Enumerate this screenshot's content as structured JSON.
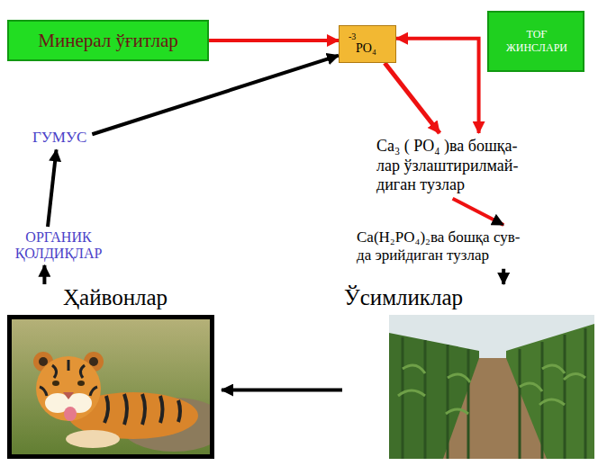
{
  "diagram": {
    "nodes": [
      {
        "text": [
          "Минерал ўғитлар"
        ]
      },
      {
        "text": [
          "-3",
          "PO₄"
        ]
      },
      {
        "text": [
          "ТОҒ ЖИНСЛАРИ"
        ]
      },
      {
        "text": [
          "Ca₃ ( PO₄ )ва бошқа- лар ўзлаштирилмай- диган тузлар"
        ]
      },
      {
        "text": [
          "Ca(H₂PO₄)₂ва бошқа сув- да эрийдиган тузлар"
        ]
      },
      {
        "text": [
          "Ўсимликлар"
        ]
      },
      {
        "text": [
          "Ҳайвонлар"
        ]
      },
      {
        "text": [
          "ОРГАНИК ҚОЛДИҚЛАР"
        ]
      },
      {
        "text": [
          "ГУМУС"
        ]
      }
    ],
    "edges": [
      {
        "from": 0,
        "to": 1,
        "arrow": "to"
      },
      {
        "from": 1,
        "to": 3,
        "arrow": "both"
      },
      {
        "from": 1,
        "to": 3,
        "arrow": "to"
      },
      {
        "from": 3,
        "to": 4,
        "arrow": "to"
      },
      {
        "from": 4,
        "to": 5,
        "arrow": "to"
      },
      {
        "from": 5,
        "to": 6,
        "arrow": "to"
      },
      {
        "from": 6,
        "to": 7,
        "arrow": "to"
      },
      {
        "from": 7,
        "to": 8,
        "arrow": "to"
      },
      {
        "from": 8,
        "to": 1,
        "arrow": "to"
      }
    ]
  }
}
